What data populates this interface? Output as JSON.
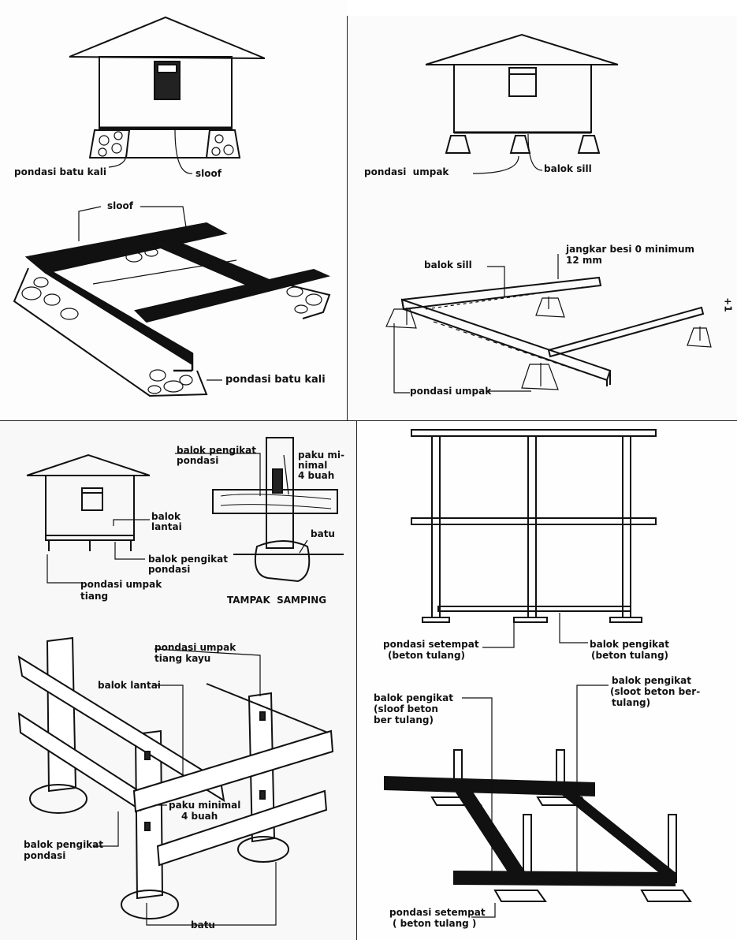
{
  "panel_tl": {
    "label_pondasi_top": "pondasi batu kali",
    "label_sloof_top": "sloof",
    "label_sloof_plan": "sloof",
    "label_pondasi_plan": "pondasi batu kali"
  },
  "panel_tr": {
    "label_umpak_top": "pondasi  umpak",
    "label_sill_top": "balok sill",
    "label_sill_plan": "balok sill",
    "label_jangkar_1": "jangkar besi 0 minimum",
    "label_jangkar_2": "12 mm",
    "label_umpak_plan": "pondasi umpak",
    "label_side": "+1"
  },
  "panel_bl": {
    "label_pengikat_1": "balok pengikat",
    "label_pengikat_2": "pondasi",
    "label_paku_1": "paku mi-",
    "label_paku_2": "nimal",
    "label_paku_3": "4 buah",
    "label_lantai_1": "balok",
    "label_lantai_2": "lantai",
    "label_batu_top": "batu",
    "label_pengikat_b1": "balok pengikat",
    "label_pengikat_b2": "pondasi",
    "label_umpak_1": "pondasi umpak",
    "label_umpak_2": "tiang",
    "label_tampak": "TAMPAK  SAMPING",
    "label_umpak_kayu_1": "pondasi umpak",
    "label_umpak_kayu_2": "tiang kayu",
    "label_lantai_iso": "balok lantai",
    "label_paku_iso_1": "paku minimal",
    "label_paku_iso_2": "4 buah",
    "label_pengikat_iso_1": "balok pengikat",
    "label_pengikat_iso_2": "pondasi",
    "label_batu_bottom": "batu"
  },
  "panel_br": {
    "label_setempat_1": "pondasi setempat",
    "label_setempat_2": "(beton tulang)",
    "label_pengikat_1": "balok pengikat",
    "label_pengikat_2": "(beton tulang)",
    "label_sloof_l1": "balok pengikat",
    "label_sloof_l2": "(sloof beton",
    "label_sloof_l3": "ber tulang)",
    "label_sloof_r1": "balok pengikat",
    "label_sloof_r2": "(sloot beton ber-",
    "label_sloof_r3": "tulang)",
    "label_setempat_b1": "pondasi setempat",
    "label_setempat_b2": "( beton tulang )"
  }
}
